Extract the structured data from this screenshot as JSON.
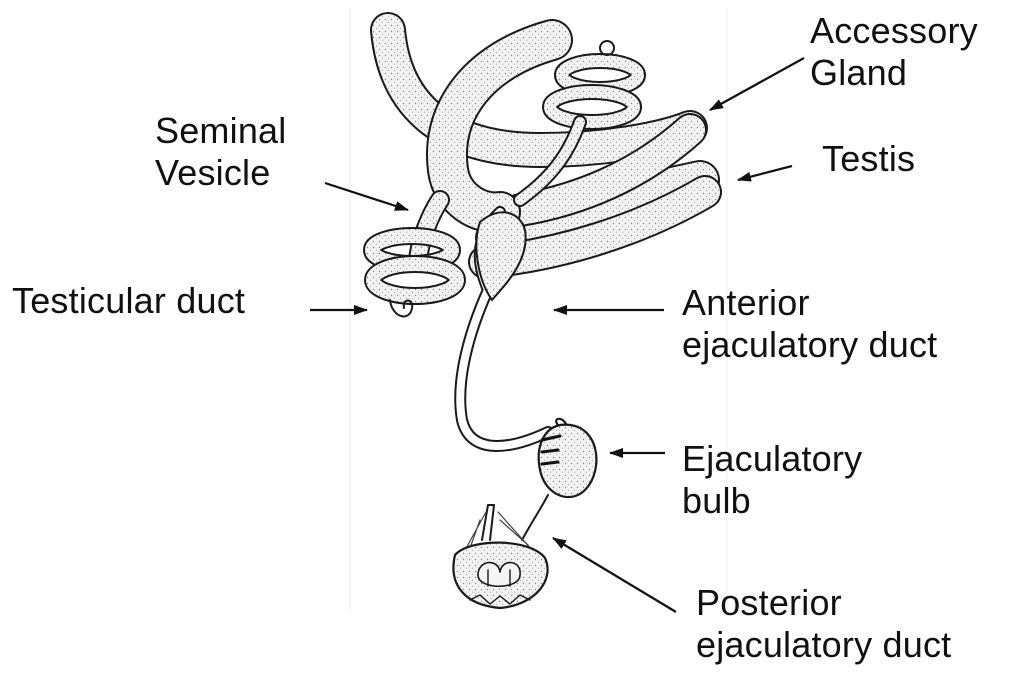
{
  "colors": {
    "ink": "#111111",
    "organ_fill": "#f1f1f1",
    "organ_stroke": "#1a1a1a",
    "stipple": "#7a7a7a",
    "background": "#ffffff"
  },
  "labels": {
    "accessory_gland": {
      "line1": "Accessory",
      "line2": "Gland"
    },
    "seminal_vesicle": {
      "line1": "Seminal",
      "line2": "Vesicle"
    },
    "testis": {
      "line1": "Testis"
    },
    "testicular_duct": {
      "line1": "Testicular duct"
    },
    "anterior_ejaculatory_duct": {
      "line1": "Anterior",
      "line2": "ejaculatory duct"
    },
    "ejaculatory_bulb": {
      "line1": "Ejaculatory",
      "line2": "bulb"
    },
    "posterior_ejaculatory_duct": {
      "line1": "Posterior",
      "line2": "ejaculatory duct"
    }
  }
}
